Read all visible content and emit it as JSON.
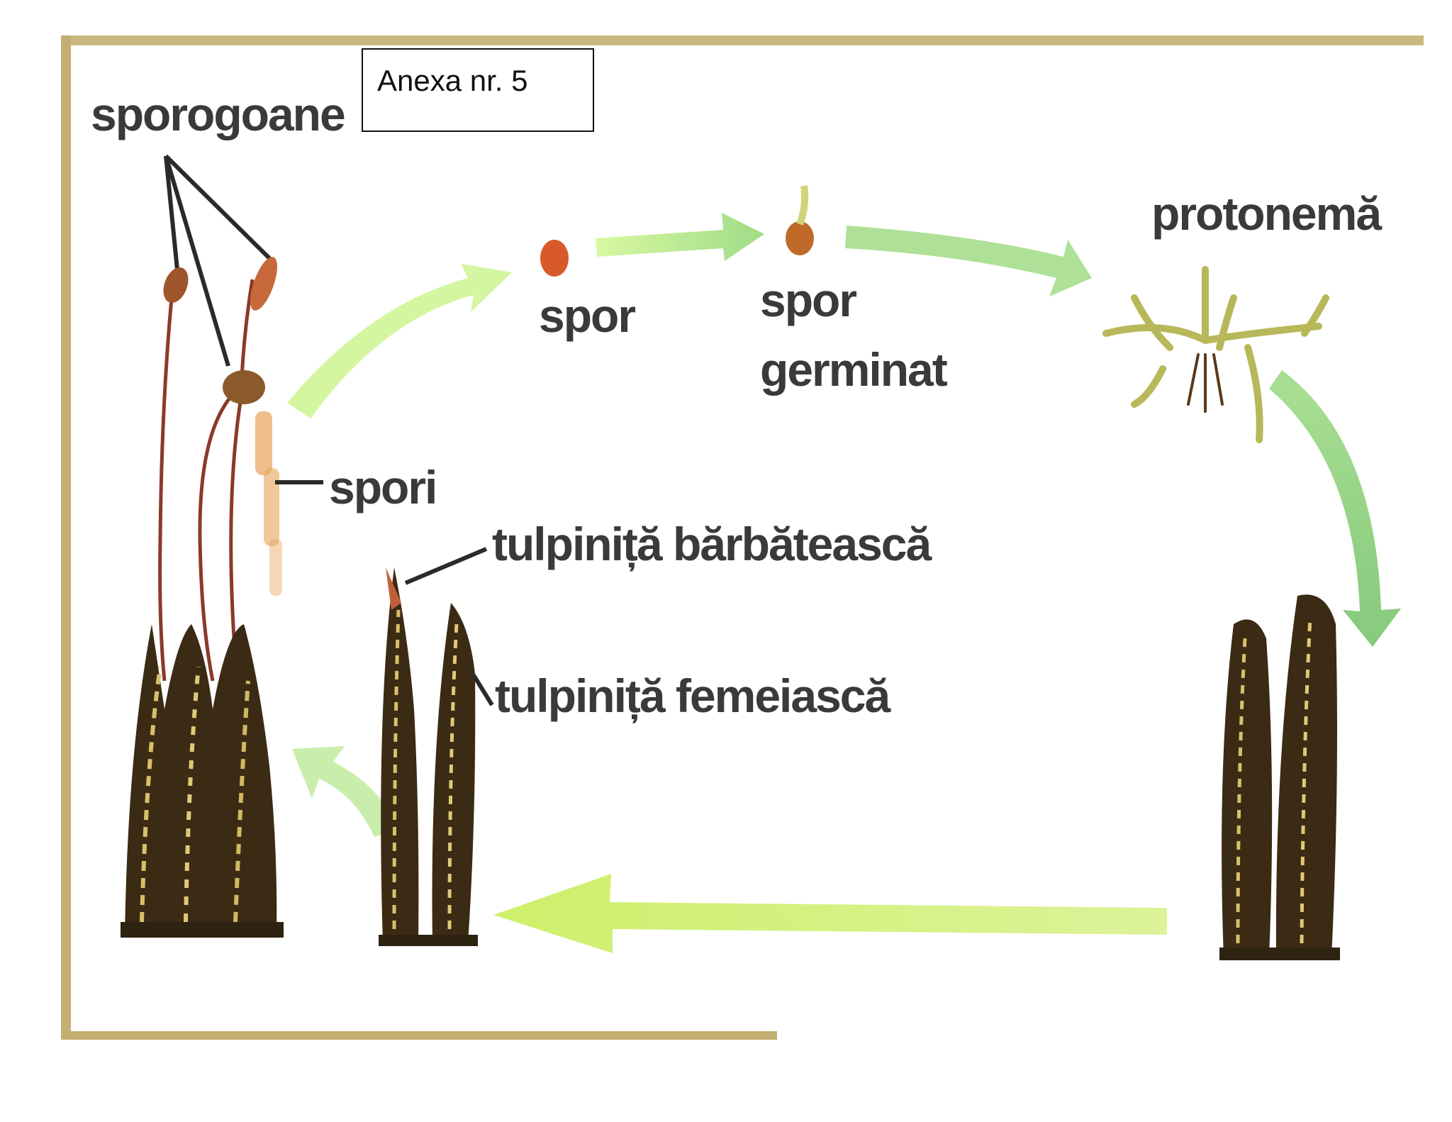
{
  "annex_label": "Anexa nr. 5",
  "labels": {
    "sporogoane": "sporogoane",
    "spor": "spor",
    "spor_germinat_line1": "spor",
    "spor_germinat_line2": "germinat",
    "protonema": "protonemă",
    "spori": "spori",
    "tulpinita_barbateasca": "tulpiniță bărbătească",
    "tulpinita_femeiasca": "tulpiniță femeiască"
  },
  "colors": {
    "frame": "#b9a36a",
    "arrow_green_light": "#d4f58a",
    "arrow_green": "#a8e08a",
    "moss_dark": "#3b2a14",
    "moss_highlight": "#d9c070",
    "spore": "#d85a2a",
    "label_text": "#3a3a3a"
  }
}
